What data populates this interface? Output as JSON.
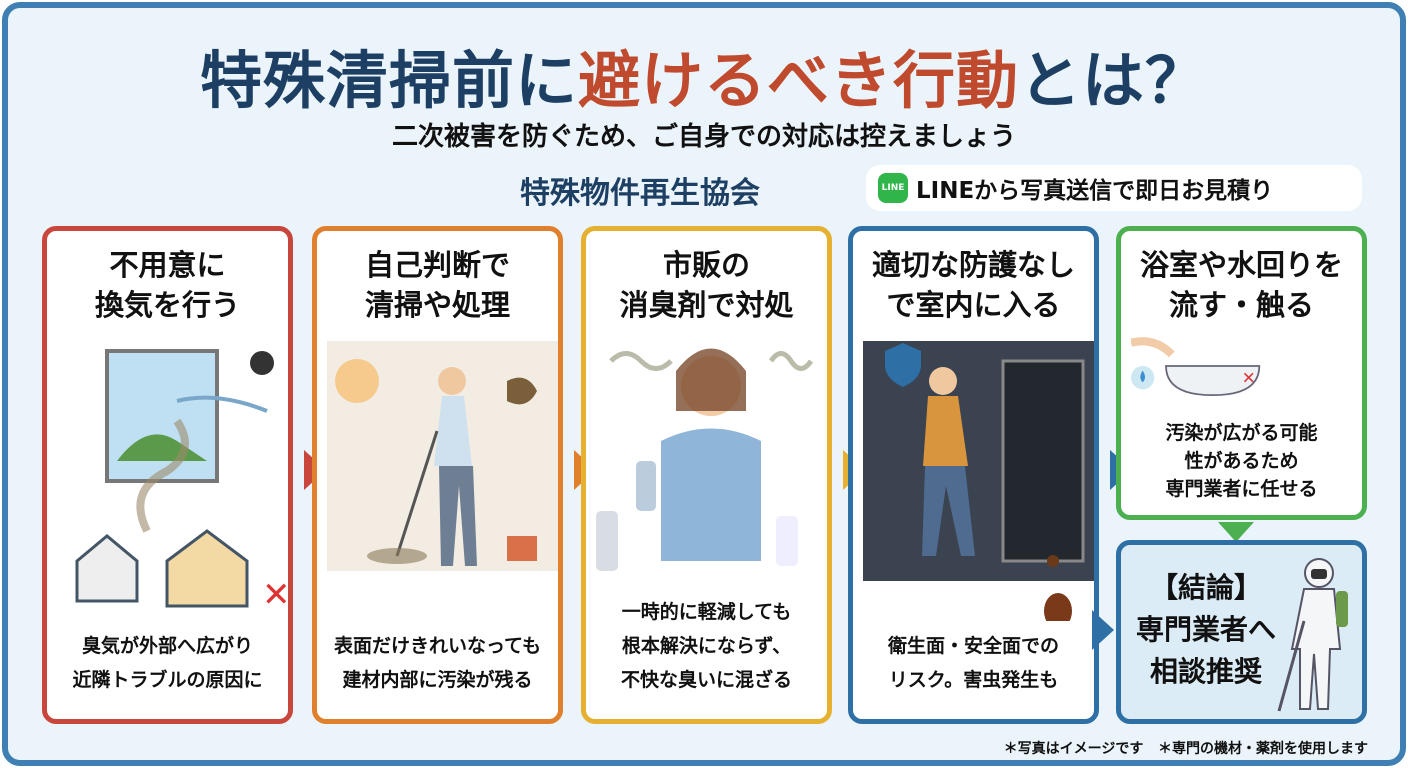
{
  "title": {
    "part1": "特殊清掃前に",
    "highlight": "避けるべき行動",
    "part2": "とは？"
  },
  "subtitle": "二次被害を防ぐため、ご自身での対応は控えましょう",
  "organization": "特殊物件再生協会",
  "line_banner": {
    "icon_label": "LINE",
    "text": "LINEから写真送信で即日お見積り"
  },
  "cards": [
    {
      "title": [
        "不用意に",
        "換気を行う"
      ],
      "body": [
        "臭気が外部へ広がり",
        "近隣トラブルの原因に"
      ],
      "color": "#c9463d",
      "icon": "open-window-skull-icon"
    },
    {
      "title": [
        "自己判断で",
        "清掃や処理"
      ],
      "body": [
        "表面だけきれいなっても",
        "建材内部に汚染が残る"
      ],
      "color": "#e07f2c",
      "icon": "person-mopping-icon"
    },
    {
      "title": [
        "市販の",
        "消臭剤で対処"
      ],
      "body": [
        "一時的に軽減しても",
        "根本解決にならず、",
        "不快な臭いに混ざる"
      ],
      "color": "#e6b030",
      "icon": "deodorant-spray-icon"
    },
    {
      "title": [
        "適切な防護なし",
        "で室内に入る"
      ],
      "body": [
        "衛生面・安全面での",
        "リスク。害虫発生も"
      ],
      "color": "#2e6fa5",
      "icon": "person-entering-room-icon"
    },
    {
      "title": [
        "浴室や水回りを",
        "流す・触る"
      ],
      "body": [
        "汚染が広がる可能",
        "性があるため",
        "専門業者に任せる"
      ],
      "color": "#4caf50",
      "icon": "bathtub-icon"
    }
  ],
  "conclusion": {
    "lines": [
      "【結論】",
      "専門業者へ",
      "相談推奨"
    ],
    "color": "#2e6fa5",
    "icon": "protective-suit-worker-icon"
  },
  "footnotes": [
    "＊写真はイメージです",
    "＊専門の機材・薬剤を使用します"
  ]
}
